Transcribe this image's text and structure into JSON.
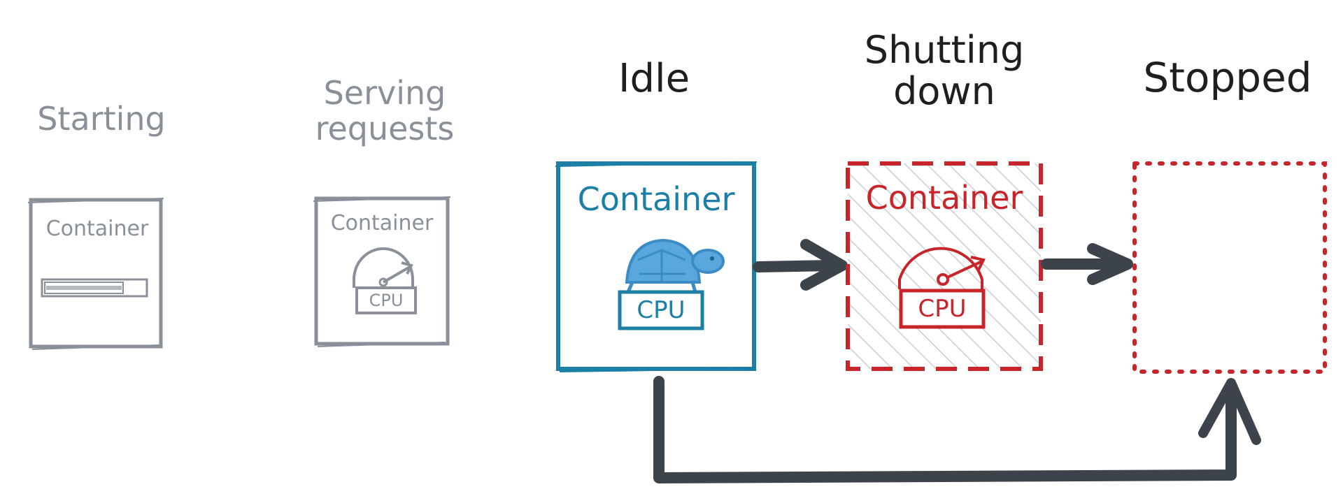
{
  "stages": {
    "starting": {
      "title_lines": [
        "Starting"
      ],
      "container_label": "Container"
    },
    "serving": {
      "title_lines": [
        "Serving",
        "requests"
      ],
      "container_label": "Container",
      "cpu_label": "CPU"
    },
    "idle": {
      "title_lines": [
        "Idle"
      ],
      "container_label": "Container",
      "cpu_label": "CPU"
    },
    "shutting_down": {
      "title_lines": [
        "Shutting",
        "down"
      ],
      "container_label": "Container",
      "cpu_label": "CPU"
    },
    "stopped": {
      "title_lines": [
        "Stopped"
      ]
    }
  },
  "colors": {
    "muted": "#8a9099",
    "idle_blue": "#1b7fa6",
    "turtle_blue": "#5aa7de",
    "shutdown_red": "#c8252b",
    "arrow": "#3d434a",
    "hatch": "#c9cdd2"
  },
  "icons": {
    "loading_bar": "progress-bar-icon",
    "gauge": "gauge-icon",
    "turtle": "turtle-icon",
    "arrow": "arrow-right-icon"
  }
}
